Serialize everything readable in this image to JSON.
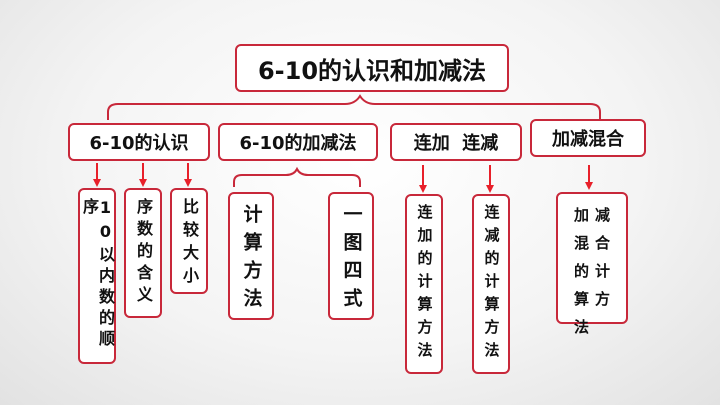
{
  "title": "6-10的认识和加减法",
  "topics": {
    "recognition": "6-10的认识",
    "addsub": "6-10的加减法",
    "continuous": "连加  连减",
    "mixed": "加减混合"
  },
  "details": {
    "order": "10以内数的顺序",
    "ordinal": "序数的含义",
    "compare": "比较大小",
    "calc_method": "计算方法",
    "one_pic_four": "一图四式",
    "cont_add": "连加的计算方法",
    "cont_sub": "连减的计算方法",
    "mixed_method": [
      "加",
      "减",
      "混",
      "合",
      "的",
      "计",
      "算",
      "方",
      "法"
    ]
  },
  "colors": {
    "accent": "#c8283a",
    "arrow": "#e8202a"
  }
}
